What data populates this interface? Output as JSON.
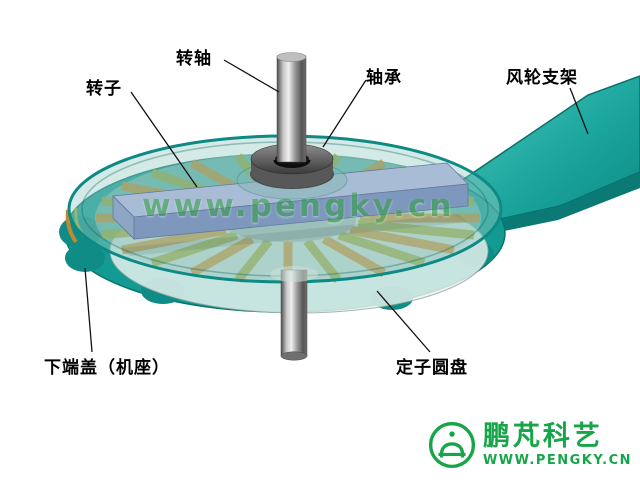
{
  "watermark": {
    "text": "www.pengky.cn"
  },
  "labels": {
    "shaft": "转轴",
    "rotor": "转子",
    "bearing": "轴承",
    "support": "风轮支架",
    "end_cover": "下端盖（机座）",
    "stator_disk": "定子圆盘"
  },
  "logo": {
    "brand": "鹏芃科艺",
    "site": "WWW.PENGKY.CN",
    "icon_name": "pengky-circle-emblem"
  },
  "colors": {
    "teal": "#129a93",
    "teal_dark": "#0a756f",
    "teal_light": "#46c4ba",
    "rotor_blue_top": "#a9bcd6",
    "rotor_blue_front": "#7e97bd",
    "coil_orange": "#c08a32",
    "coil_olive": "#97a23c",
    "logo_green": "#17a54a",
    "watermark_green": "#2f9f3f",
    "background": "#ffffff"
  }
}
